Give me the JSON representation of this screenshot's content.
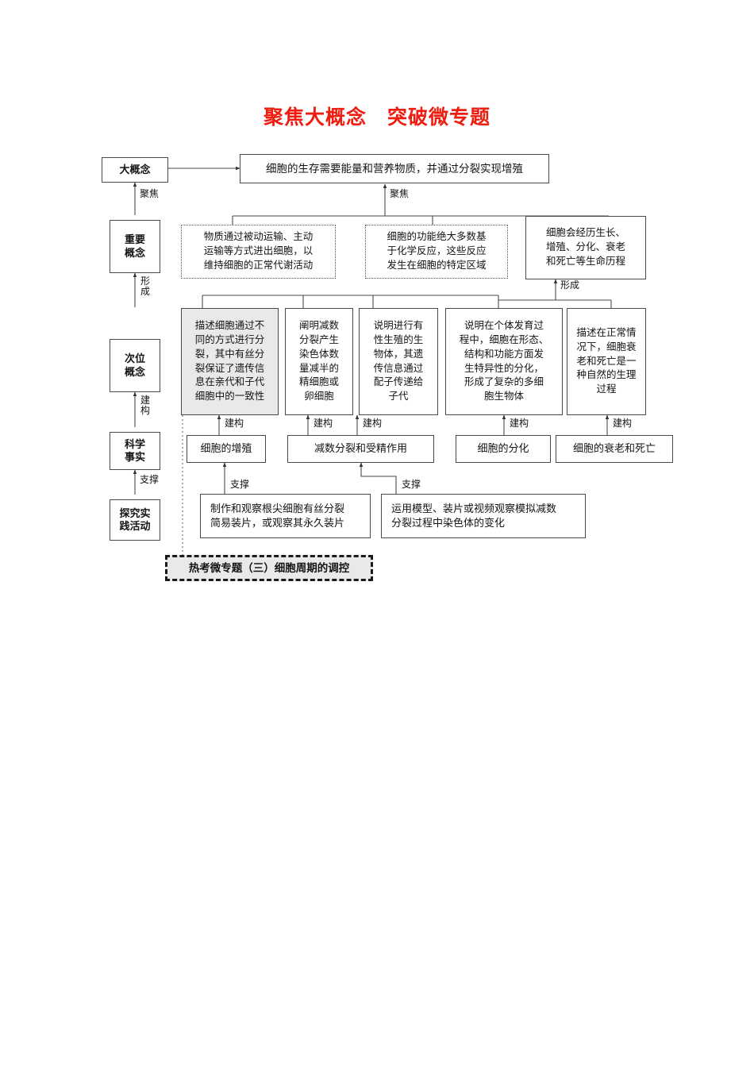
{
  "page": {
    "title": "聚焦大概念　突破微专题",
    "title_color": "#ee1d10",
    "background": "#ffffff",
    "highlight_fill": "#e9e9e9",
    "line_color": "#4a4a4a"
  },
  "spine": {
    "items": [
      {
        "label": "大概念"
      },
      {
        "label": "重要\n概念"
      },
      {
        "label": "次位\n概念"
      },
      {
        "label": "科学\n事实"
      },
      {
        "label": "探究实\n践活动"
      }
    ],
    "connectors": [
      {
        "label": "聚焦"
      },
      {
        "label": "形\n成"
      },
      {
        "label": "建\n构"
      },
      {
        "label": "支撑"
      }
    ]
  },
  "big_concept": {
    "text": "细胞的生存需要能量和营养物质，并通过分裂实现增殖"
  },
  "focus_label": "聚焦",
  "form_label": "形成",
  "important_concepts": [
    {
      "text": "物质通过被动运输、主动\n运输等方式进出细胞，以\n维持细胞的正常代谢活动",
      "style": "dashed"
    },
    {
      "text": "细胞的功能绝大多数基\n于化学反应，这些反应\n发生在细胞的特定区域",
      "style": "dashed"
    },
    {
      "text": "细胞会经历生长、\n增殖、分化、衰老\n和死亡等生命历程",
      "style": "solid"
    }
  ],
  "sub_concepts": [
    {
      "text": "描述细胞通过不\n同的方式进行分\n裂，其中有丝分\n裂保证了遗传信\n息在亲代和子代\n细胞中的一致性",
      "style": "gray"
    },
    {
      "text": "阐明减数\n分裂产生\n染色体数\n量减半的\n精细胞或\n卵细胞",
      "style": "solid"
    },
    {
      "text": "说明进行有\n性生殖的生\n物体，其遗\n传信息通过\n配子传递给\n子代",
      "style": "solid"
    },
    {
      "text": "说明在个体发育过\n程中，细胞在形态、\n结构和功能方面发\n生特异性的分化，\n形成了复杂的多细\n胞生物体",
      "style": "solid"
    },
    {
      "text": "描述在正常情\n况下，细胞衰\n老和死亡是一\n种自然的生理\n过程",
      "style": "solid"
    }
  ],
  "science_facts": [
    {
      "text": "细胞的增殖"
    },
    {
      "text": "减数分裂和受精作用"
    },
    {
      "text": "细胞的分化"
    },
    {
      "text": "细胞的衰老和死亡"
    }
  ],
  "construct_labels": [
    "建构",
    "建构",
    "建构",
    "建构",
    "建构"
  ],
  "support_labels": [
    "支撑",
    "支撑"
  ],
  "practices": [
    {
      "text": "制作和观察根尖细胞有丝分裂\n简易装片，或观察其永久装片"
    },
    {
      "text": "运用模型、装片或视频观察模拟减数\n分裂过程中染色体的变化"
    }
  ],
  "special_topic": {
    "text": "热考微专题（三）细胞周期的调控"
  }
}
